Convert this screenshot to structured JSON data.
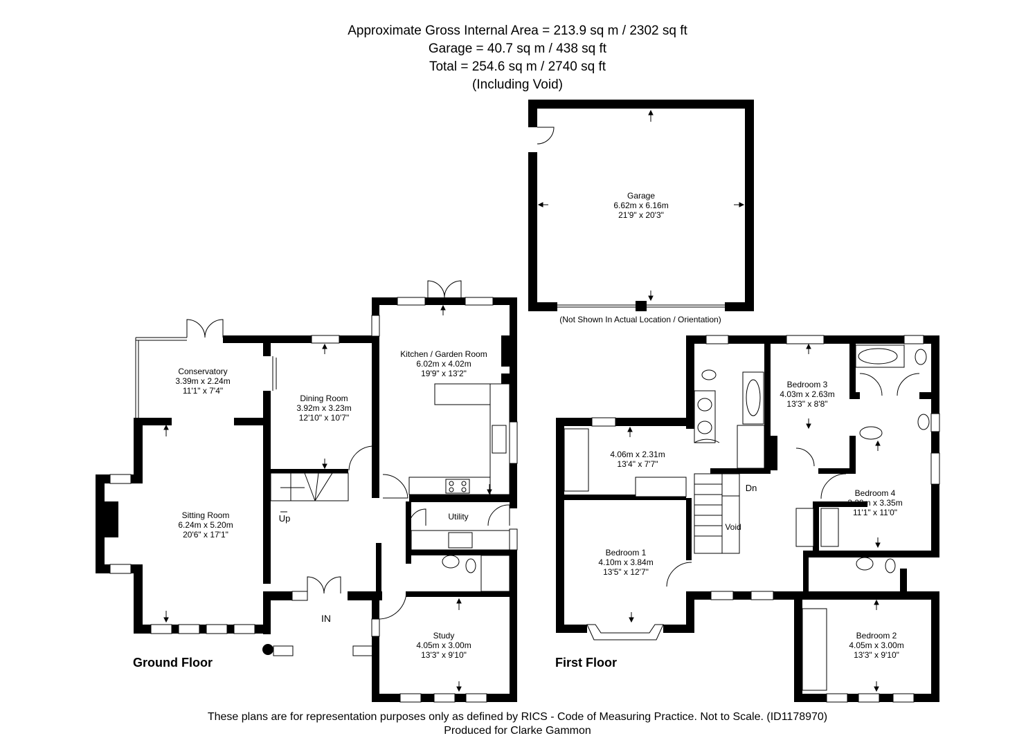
{
  "header": {
    "line1": "Approximate Gross Internal Area = 213.9 sq m / 2302 sq ft",
    "line2": "Garage = 40.7 sq m / 438 sq ft",
    "line3": "Total = 254.6 sq m / 2740 sq ft",
    "line4": "(Including Void)"
  },
  "garage": {
    "name": "Garage",
    "metric": "6.62m x 6.16m",
    "imperial": "21'9\" x 20'3\"",
    "note": "(Not Shown In Actual Location / Orientation)"
  },
  "ground_floor": {
    "title": "Ground Floor",
    "entrance": "IN",
    "stairs_up": "Up",
    "rooms": {
      "conservatory": {
        "name": "Conservatory",
        "metric": "3.39m x 2.24m",
        "imperial": "11'1\" x 7'4\""
      },
      "dining": {
        "name": "Dining Room",
        "metric": "3.92m x 3.23m",
        "imperial": "12'10\" x 10'7\""
      },
      "kitchen": {
        "name": "Kitchen / Garden Room",
        "metric": "6.02m x 4.02m",
        "imperial": "19'9\" x 13'2\""
      },
      "sitting": {
        "name": "Sitting Room",
        "metric": "6.24m x 5.20m",
        "imperial": "20'6\" x 17'1\""
      },
      "utility": {
        "name": "Utility"
      },
      "study": {
        "name": "Study",
        "metric": "4.05m x 3.00m",
        "imperial": "13'3\" x 9'10\""
      }
    }
  },
  "first_floor": {
    "title": "First Floor",
    "stairs_down": "Dn",
    "void": "Void",
    "rooms": {
      "landing_room": {
        "metric": "4.06m x 2.31m",
        "imperial": "13'4\" x 7'7\""
      },
      "bedroom1": {
        "name": "Bedroom 1",
        "metric": "4.10m x 3.84m",
        "imperial": "13'5\" x 12'7\""
      },
      "bedroom2": {
        "name": "Bedroom 2",
        "metric": "4.05m x 3.00m",
        "imperial": "13'3\" x 9'10\""
      },
      "bedroom3": {
        "name": "Bedroom 3",
        "metric": "4.03m x 2.63m",
        "imperial": "13'3\" x 8'8\""
      },
      "bedroom4": {
        "name": "Bedroom 4",
        "metric": "3.39m x 3.35m",
        "imperial": "11'1\" x 11'0\""
      }
    }
  },
  "footer": {
    "disclaimer": "These plans are for representation purposes only as defined by RICS - Code of Measuring Practice. Not to Scale. (ID1178970)",
    "produced": "Produced for Clarke Gammon"
  }
}
